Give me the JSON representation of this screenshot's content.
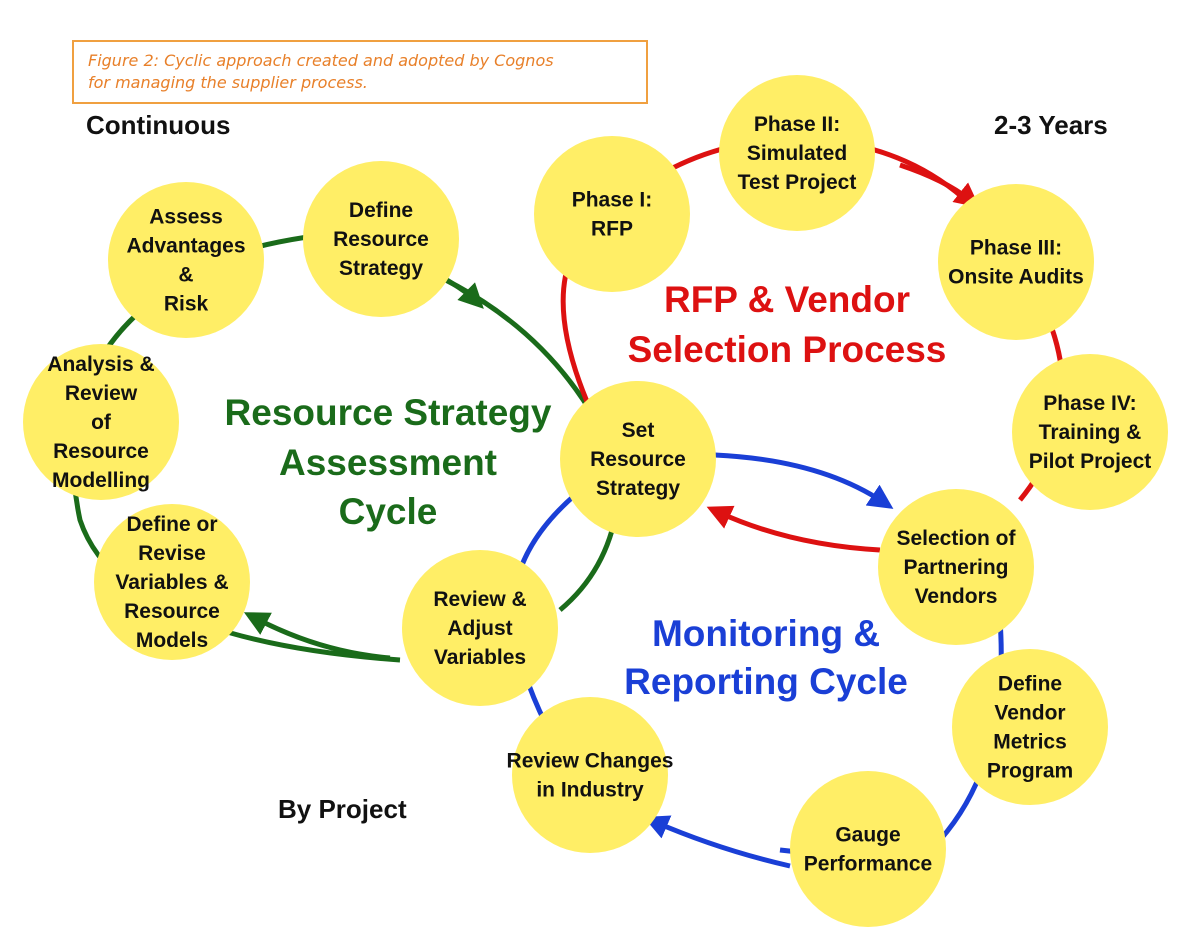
{
  "caption": {
    "line1": "Figure 2: Cyclic approach created and adopted by Cognos",
    "line2": "for managing the supplier process."
  },
  "corner_labels": {
    "continuous": "Continuous",
    "years": "2-3 Years",
    "by_project": "By Project"
  },
  "colors": {
    "node_fill": "#ffee66",
    "resource_cycle": "#1a6b1a",
    "rfp_cycle": "#dd1111",
    "monitoring_cycle": "#1a3fd6",
    "caption_border": "#f0a040",
    "caption_text": "#e8802a"
  },
  "cycles": {
    "resource": {
      "title": [
        "Resource Strategy",
        "Assessment",
        "Cycle"
      ]
    },
    "rfp": {
      "title": [
        "RFP & Vendor",
        "Selection Process"
      ]
    },
    "monitoring": {
      "title": [
        "Monitoring &",
        "Reporting Cycle"
      ]
    }
  },
  "nodes": [
    {
      "id": "set-resource-strategy",
      "lines": [
        "Set",
        "Resource",
        "Strategy"
      ]
    },
    {
      "id": "define-resource-strategy",
      "lines": [
        "Define",
        "Resource",
        "Strategy"
      ]
    },
    {
      "id": "assess-advantages-risk",
      "lines": [
        "Assess",
        "Advantages",
        "&",
        "Risk"
      ]
    },
    {
      "id": "analysis-review-modelling",
      "lines": [
        "Analysis &",
        "Review",
        "of",
        "Resource",
        "Modelling"
      ]
    },
    {
      "id": "define-revise-variables",
      "lines": [
        "Define or",
        "Revise",
        "Variables &",
        "Resource",
        "Models"
      ]
    },
    {
      "id": "review-adjust-variables",
      "lines": [
        "Review &",
        "Adjust",
        "Variables"
      ]
    },
    {
      "id": "phase-1-rfp",
      "lines": [
        "Phase I:",
        "RFP"
      ]
    },
    {
      "id": "phase-2-simulated-test",
      "lines": [
        "Phase II:",
        "Simulated",
        "Test Project"
      ]
    },
    {
      "id": "phase-3-onsite-audits",
      "lines": [
        "Phase III:",
        "Onsite Audits"
      ]
    },
    {
      "id": "phase-4-training-pilot",
      "lines": [
        "Phase IV:",
        "Training &",
        "Pilot Project"
      ]
    },
    {
      "id": "selection-partnering-vendors",
      "lines": [
        "Selection of",
        "Partnering",
        "Vendors"
      ]
    },
    {
      "id": "define-vendor-metrics",
      "lines": [
        "Define",
        "Vendor",
        "Metrics",
        "Program"
      ]
    },
    {
      "id": "gauge-performance",
      "lines": [
        "Gauge",
        "Performance"
      ]
    },
    {
      "id": "review-changes-industry",
      "lines": [
        "Review Changes",
        "in Industry"
      ]
    }
  ]
}
